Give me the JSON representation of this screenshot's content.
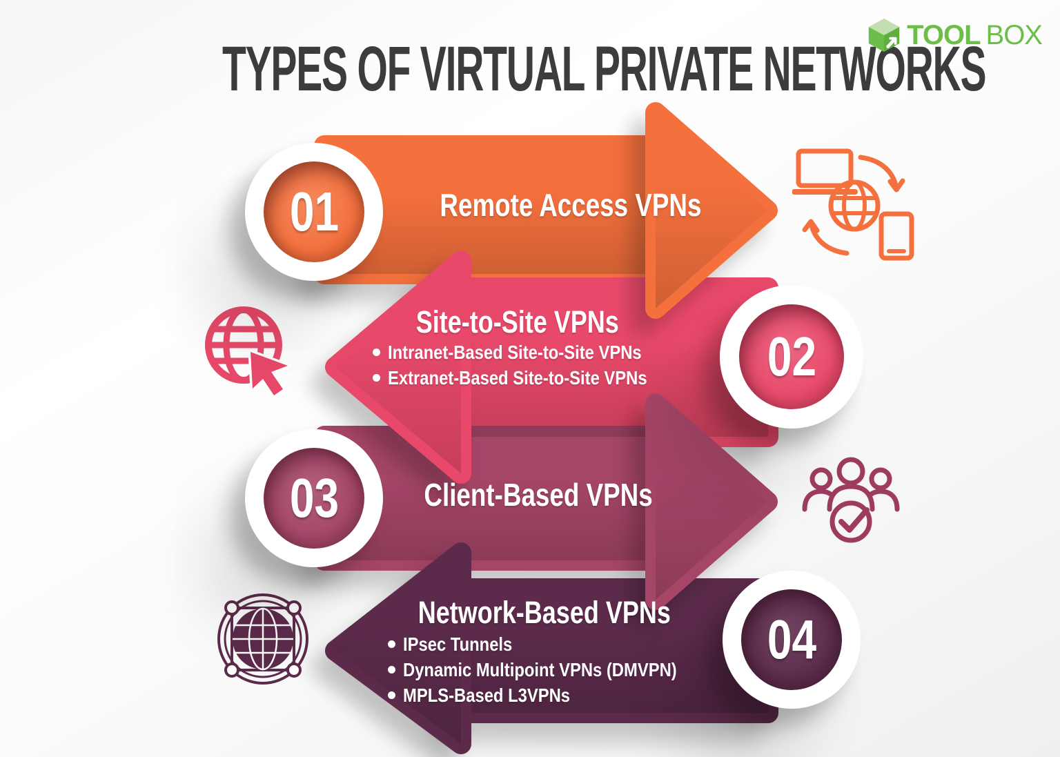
{
  "title": "TYPES OF VIRTUAL PRIVATE NETWORKS",
  "logo": {
    "word_bold": "TOOL",
    "word_light": "BOX"
  },
  "colors": {
    "orange": "#F4703D",
    "pink": "#E8496A",
    "maroon": "#A54568",
    "plum": "#5C2B4B",
    "title": "#3C3C3F",
    "green": "#6BBE4A",
    "green_light": "#C3DEB0",
    "green_dark": "#5FAF3E"
  },
  "steps": [
    {
      "number": "01",
      "label": "Remote Access VPNs",
      "bullets": [],
      "direction": "right",
      "color": "#F4703D",
      "icon": "devices-globe-sync-icon"
    },
    {
      "number": "02",
      "label": "Site-to-Site VPNs",
      "bullets": [
        "Intranet-Based Site-to-Site VPNs",
        "Extranet-Based Site-to-Site VPNs"
      ],
      "direction": "left",
      "color": "#E8496A",
      "icon": "globe-cursor-icon"
    },
    {
      "number": "03",
      "label": "Client-Based VPNs",
      "bullets": [],
      "direction": "right",
      "color": "#A54568",
      "icon": "team-check-icon"
    },
    {
      "number": "04",
      "label": "Network-Based VPNs",
      "bullets": [
        "IPsec Tunnels",
        "Dynamic Multipoint VPNs (DMVPN)",
        "MPLS-Based L3VPNs"
      ],
      "direction": "left",
      "color": "#5C2B4B",
      "icon": "network-globe-icon"
    }
  ]
}
